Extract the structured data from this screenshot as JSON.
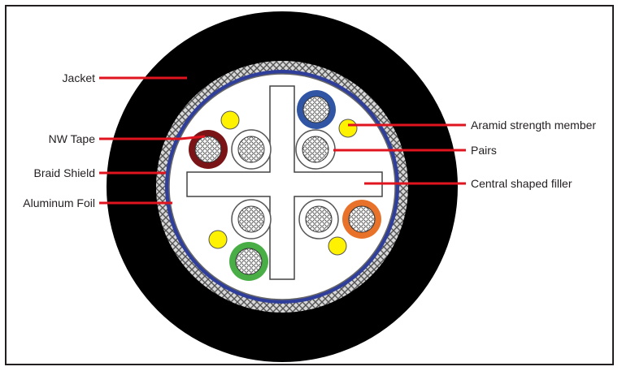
{
  "labels": {
    "jacket": "Jacket",
    "nw_tape": "NW Tape",
    "braid_shield": "Braid Shield",
    "aluminum_foil": "Aluminum Foil",
    "aramid": "Aramid strength member",
    "pairs": "Pairs",
    "filler": "Central shaped filler"
  },
  "colors": {
    "jacket": "#000000",
    "braid": "#b9b9b9",
    "foil": "#2e3e9a",
    "leader": "#e0141e",
    "pair_blue": "#2f55a4",
    "pair_brown": "#7a1416",
    "pair_orange": "#e8722a",
    "pair_green": "#4aae46",
    "aramid": "#fff200",
    "filler": "#ffffff"
  }
}
